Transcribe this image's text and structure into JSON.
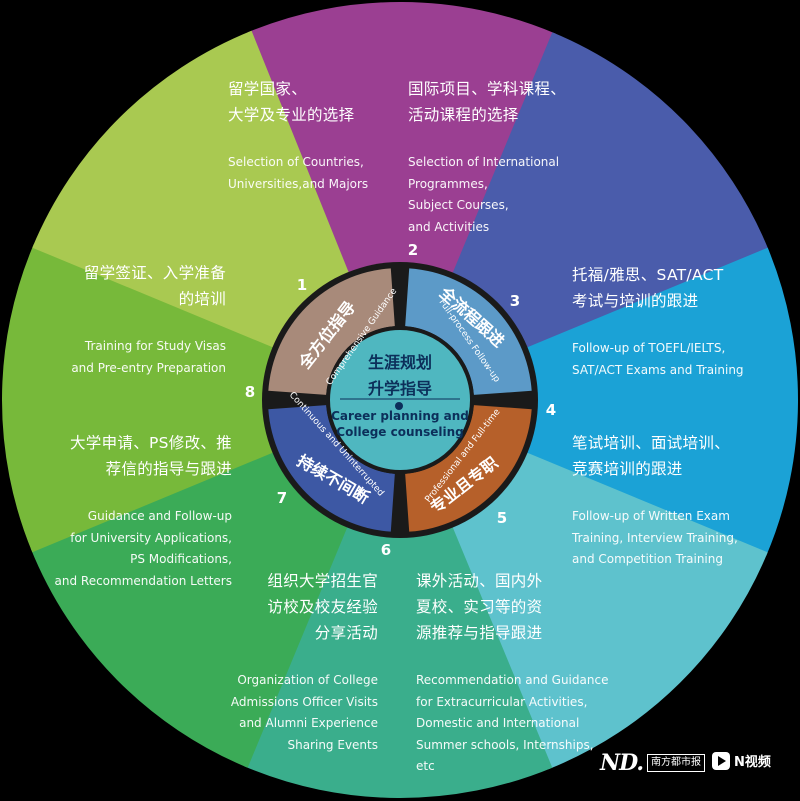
{
  "colors": {
    "background": "#000000",
    "seg1": "#9b3f92",
    "seg2": "#4a5cab",
    "seg3": "#1ba2d6",
    "seg4": "#5ec2cd",
    "seg5": "#3aae8c",
    "seg6": "#3bab57",
    "seg7": "#77b93a",
    "seg8": "#a9c951",
    "ring1": "#a88a7a",
    "ring2": "#5c9ac8",
    "ring3": "#b6602a",
    "ring4": "#3d58a4",
    "hub": "#4fb7c0",
    "hub_text": "#0c2f5a"
  },
  "segments": [
    {
      "number": "1",
      "zh": [
        "留学国家、",
        "大学及专业的选择"
      ],
      "en": [
        "Selection of Countries,",
        "Universities,and Majors"
      ]
    },
    {
      "number": "2",
      "zh": [
        "国际项目、学科课程、",
        "活动课程的选择"
      ],
      "en": [
        "Selection of International",
        "Programmes,",
        "Subject Courses,",
        "and Activities"
      ]
    },
    {
      "number": "3",
      "zh": [
        "托福/雅思、SAT/ACT",
        "考试与培训的跟进"
      ],
      "en": [
        "Follow-up of TOEFL/IELTS,",
        "SAT/ACT Exams and Training"
      ]
    },
    {
      "number": "4",
      "zh": [
        "笔试培训、面试培训、",
        "竞赛培训的跟进"
      ],
      "en": [
        "Follow-up of Written Exam",
        "Training, Interview Training,",
        "and Competition Training"
      ]
    },
    {
      "number": "5",
      "zh": [
        "课外活动、国内外",
        "夏校、实习等的资",
        "源推荐与指导跟进"
      ],
      "en": [
        "Recommendation and Guidance",
        "for Extracurricular Activities,",
        "Domestic and International",
        "Summer schools, Internships,",
        "etc"
      ]
    },
    {
      "number": "6",
      "zh": [
        "组织大学招生官",
        "访校及校友经验",
        "分享活动"
      ],
      "en": [
        "Organization of College",
        "Admissions Officer Visits",
        "and Alumni Experience",
        "Sharing Events"
      ]
    },
    {
      "number": "7",
      "zh": [
        "大学申请、PS修改、推",
        "荐信的指导与跟进"
      ],
      "en": [
        "Guidance and Follow-up",
        "for University Applications,",
        "PS Modifications,",
        "and Recommendation Letters"
      ]
    },
    {
      "number": "8",
      "zh": [
        "留学签证、入学准备",
        "的培训"
      ],
      "en": [
        "Training for Study Visas",
        "and Pre-entry Preparation"
      ]
    }
  ],
  "ring": [
    {
      "zh": "全方位指导",
      "en": "Comprehensive Guidance"
    },
    {
      "zh": "全流程跟进",
      "en": "Full-process Follow-up"
    },
    {
      "zh": "专业且专职",
      "en": "Professional and Full-time"
    },
    {
      "zh": "持续不间断",
      "en": "Continuous and Uninterrupted"
    }
  ],
  "hub": {
    "zh": [
      "生涯规划",
      "升学指导"
    ],
    "en": [
      "Career planning and",
      "College counseling"
    ]
  },
  "logos": {
    "nd_mark": "ND.",
    "nd_text": "南方都市报",
    "nv_text": "N视频"
  }
}
